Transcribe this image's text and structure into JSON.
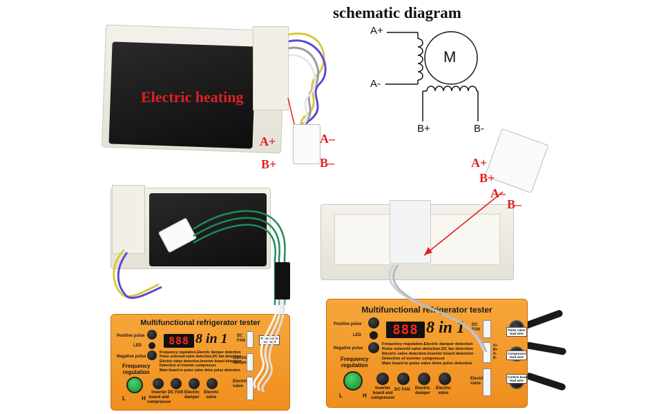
{
  "annotations": {
    "electric_heating": "Electric heating",
    "top_left_pins": {
      "a_plus": "A+",
      "a_minus": "A–",
      "b_plus": "B+",
      "b_minus": "B–"
    },
    "right_pins": {
      "a_plus": "A+",
      "b_plus": "B+",
      "a_minus": "A–",
      "b_minus": "B–"
    }
  },
  "schematic": {
    "title": "schematic diagram",
    "motor_label": "M",
    "a_plus": "A+",
    "a_minus": "A-",
    "b_plus": "B+",
    "b_minus": "B-"
  },
  "tester": {
    "title": "Multifunctional refrigerator tester",
    "positive_pulse": "Positive pulse",
    "led": "LED",
    "negative_pulse": "Negative pulse",
    "display": "888",
    "eight_in_one": "8 in 1",
    "description": "Frequency regulation.Electric damper detection\nPulse solenoid valve detection.DC fan detection\nElectric valve detection.Inverter board detection\nDetection of inverter compressor\nMain board to pulse valve drive pulse detection",
    "frequency_regulation": "Frequency\nregulation",
    "knob_low": "L",
    "knob_high": "H",
    "btn_inverter": "Inverter\nboard and\ncompressor",
    "btn_dcfan": "DC FAN",
    "btn_damper": "Electric\ndamper",
    "btn_valve": "Electric\nvalve",
    "dc_fan": "DC\nFAN",
    "electric_damper": "Electric\ndamper",
    "electric_valve": "Electric\nvalve",
    "pulse_valve_lead": "Pulse valve\nlead wire",
    "compressor_lead": "Compressor\nlead wire",
    "control_board_lead": "Control board\nlead wire",
    "port_pins": "A+\nB+\nA-\nB-"
  },
  "colors": {
    "annotation_red": "#e02020",
    "board_orange": "#ef8e1e",
    "display_red": "#ff2a1a",
    "knob_green": "#2bb04a",
    "wire_green": "#1f8a5a"
  }
}
